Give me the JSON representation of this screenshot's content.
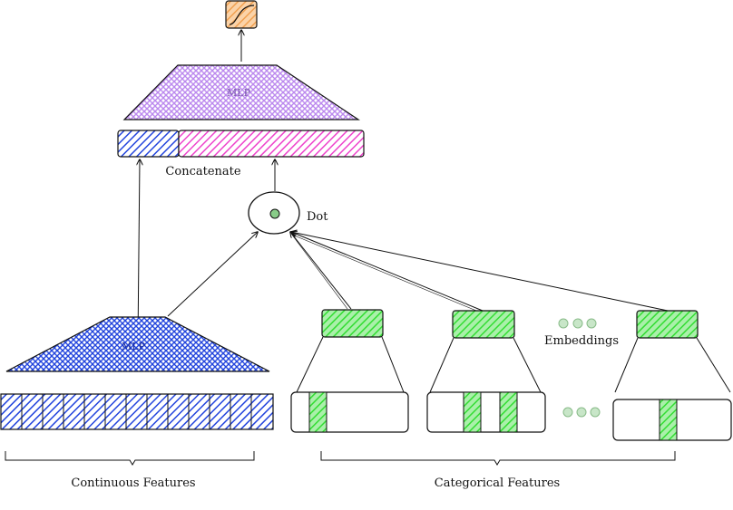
{
  "labels": {
    "mlp_top": "MLP",
    "mlp_bottom": "MLP",
    "concatenate": "Concatenate",
    "dot": "Dot",
    "embeddings": "Embeddings",
    "continuous_features": "Continuous Features",
    "categorical_features": "Categorical Features"
  },
  "colors": {
    "blue": "#2244dd",
    "pink": "#ee44cc",
    "purple": "#bb88ee",
    "green": "#33dd33",
    "orange": "#f0a050",
    "dot_center": "#88cc88",
    "stroke": "#111111"
  }
}
